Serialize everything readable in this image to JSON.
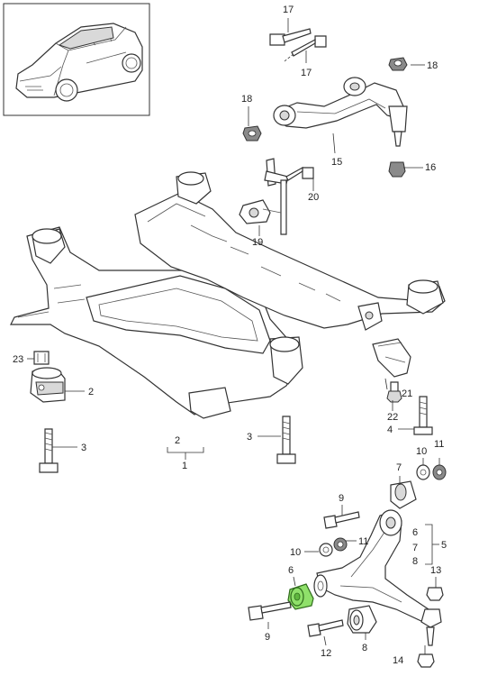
{
  "colors": {
    "line": "#333333",
    "highlight": "#8fe06a",
    "background": "#ffffff"
  },
  "labels": [
    {
      "id": "c17a",
      "text": "17"
    },
    {
      "id": "c17b",
      "text": "17"
    },
    {
      "id": "c18a",
      "text": "18"
    },
    {
      "id": "c18b",
      "text": "18"
    },
    {
      "id": "c15",
      "text": "15"
    },
    {
      "id": "c16",
      "text": "16"
    },
    {
      "id": "c20",
      "text": "20"
    },
    {
      "id": "c19",
      "text": "19"
    },
    {
      "id": "c23",
      "text": "23"
    },
    {
      "id": "c2a",
      "text": "2"
    },
    {
      "id": "c3a",
      "text": "3"
    },
    {
      "id": "c21",
      "text": "21"
    },
    {
      "id": "c22",
      "text": "22"
    },
    {
      "id": "c4",
      "text": "4"
    },
    {
      "id": "c2b",
      "text": "2"
    },
    {
      "id": "c1",
      "text": "1"
    },
    {
      "id": "c3b",
      "text": "3"
    },
    {
      "id": "c10a",
      "text": "10"
    },
    {
      "id": "c11a",
      "text": "11"
    },
    {
      "id": "c7a",
      "text": "7"
    },
    {
      "id": "c9a",
      "text": "9"
    },
    {
      "id": "c6a",
      "text": "6"
    },
    {
      "id": "c7b",
      "text": "7"
    },
    {
      "id": "c8",
      "text": "8"
    },
    {
      "id": "c5",
      "text": "5"
    },
    {
      "id": "c10b",
      "text": "10"
    },
    {
      "id": "c11b",
      "text": "11"
    },
    {
      "id": "c6b",
      "text": "6"
    },
    {
      "id": "c13",
      "text": "13"
    },
    {
      "id": "c9b",
      "text": "9"
    },
    {
      "id": "c12",
      "text": "12"
    },
    {
      "id": "c8b",
      "text": "8"
    },
    {
      "id": "c14",
      "text": "14"
    }
  ]
}
